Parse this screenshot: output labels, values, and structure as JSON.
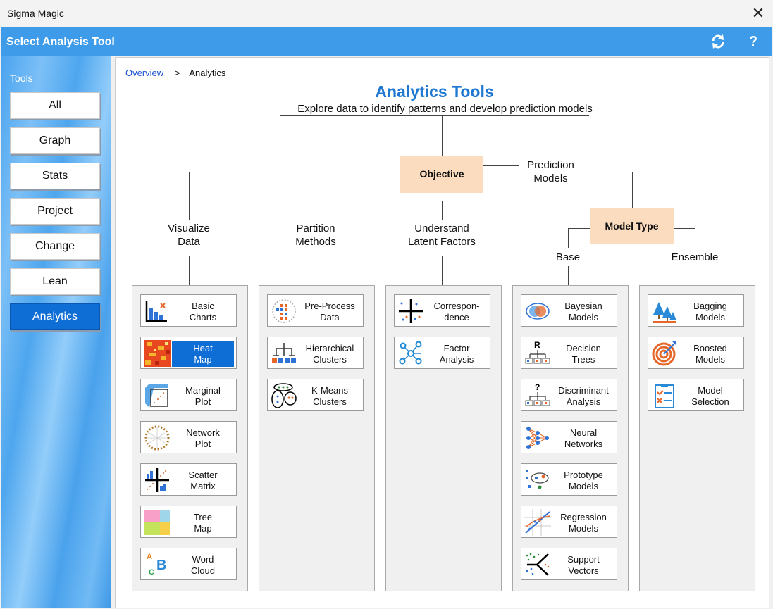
{
  "window": {
    "title": "Sigma Magic"
  },
  "header": {
    "title": "Select Analysis Tool",
    "refresh_icon": "refresh-icon",
    "help_label": "?"
  },
  "sidebar": {
    "heading": "Tools",
    "items": [
      {
        "label": "All"
      },
      {
        "label": "Graph"
      },
      {
        "label": "Stats"
      },
      {
        "label": "Project"
      },
      {
        "label": "Change"
      },
      {
        "label": "Lean"
      },
      {
        "label": "Analytics",
        "active": true
      }
    ]
  },
  "breadcrumb": {
    "link": "Overview",
    "separator": ">",
    "current": "Analytics"
  },
  "main": {
    "title": "Analytics Tools",
    "subtitle": "Explore data to identify patterns and develop prediction models",
    "objective": "Objective",
    "model_type": "Model Type",
    "prediction_models": [
      "Prediction",
      "Models"
    ],
    "base": "Base",
    "ensemble": "Ensemble",
    "categories": [
      {
        "label": [
          "Visualize",
          "Data"
        ]
      },
      {
        "label": [
          "Partition",
          "Methods"
        ]
      },
      {
        "label": [
          "Understand",
          "Latent Factors"
        ]
      }
    ]
  },
  "panels": {
    "visualize": [
      {
        "label": [
          "Basic",
          "Charts"
        ],
        "icon": "bar-chart-icon"
      },
      {
        "label": [
          "Heat",
          "Map"
        ],
        "icon": "heat-map-icon",
        "selected": true
      },
      {
        "label": [
          "Marginal",
          "Plot"
        ],
        "icon": "marginal-plot-icon"
      },
      {
        "label": [
          "Network",
          "Plot"
        ],
        "icon": "network-plot-icon"
      },
      {
        "label": [
          "Scatter",
          "Matrix"
        ],
        "icon": "scatter-matrix-icon"
      },
      {
        "label": [
          "Tree",
          "Map"
        ],
        "icon": "tree-map-icon"
      },
      {
        "label": [
          "Word",
          "Cloud"
        ],
        "icon": "word-cloud-icon",
        "icon_letters": [
          "A",
          "B",
          "C"
        ]
      }
    ],
    "partition": [
      {
        "label": [
          "Pre-Process",
          "Data"
        ],
        "icon": "pre-process-icon"
      },
      {
        "label": [
          "Hierarchical",
          "Clusters"
        ],
        "icon": "hierarchical-clusters-icon"
      },
      {
        "label": [
          "K-Means",
          "Clusters"
        ],
        "icon": "k-means-icon"
      }
    ],
    "latent": [
      {
        "label": [
          "Correspon-",
          "dence"
        ],
        "icon": "correspondence-icon"
      },
      {
        "label": [
          "Factor",
          "Analysis"
        ],
        "icon": "factor-analysis-icon"
      }
    ],
    "base": [
      {
        "label": [
          "Bayesian",
          "Models"
        ],
        "icon": "bayesian-icon"
      },
      {
        "label": [
          "Decision",
          "Trees"
        ],
        "icon": "decision-tree-icon",
        "icon_letter": "R"
      },
      {
        "label": [
          "Discriminant",
          "Analysis"
        ],
        "icon": "discriminant-icon",
        "icon_letter": "?"
      },
      {
        "label": [
          "Neural",
          "Networks"
        ],
        "icon": "neural-network-icon"
      },
      {
        "label": [
          "Prototype",
          "Models"
        ],
        "icon": "prototype-icon"
      },
      {
        "label": [
          "Regression",
          "Models"
        ],
        "icon": "regression-icon"
      },
      {
        "label": [
          "Support",
          "Vectors"
        ],
        "icon": "support-vectors-icon"
      }
    ],
    "ensemble": [
      {
        "label": [
          "Bagging",
          "Models"
        ],
        "icon": "bagging-icon"
      },
      {
        "label": [
          "Boosted",
          "Models"
        ],
        "icon": "boosted-icon"
      },
      {
        "label": [
          "Model",
          "Selection"
        ],
        "icon": "model-selection-icon"
      }
    ]
  }
}
